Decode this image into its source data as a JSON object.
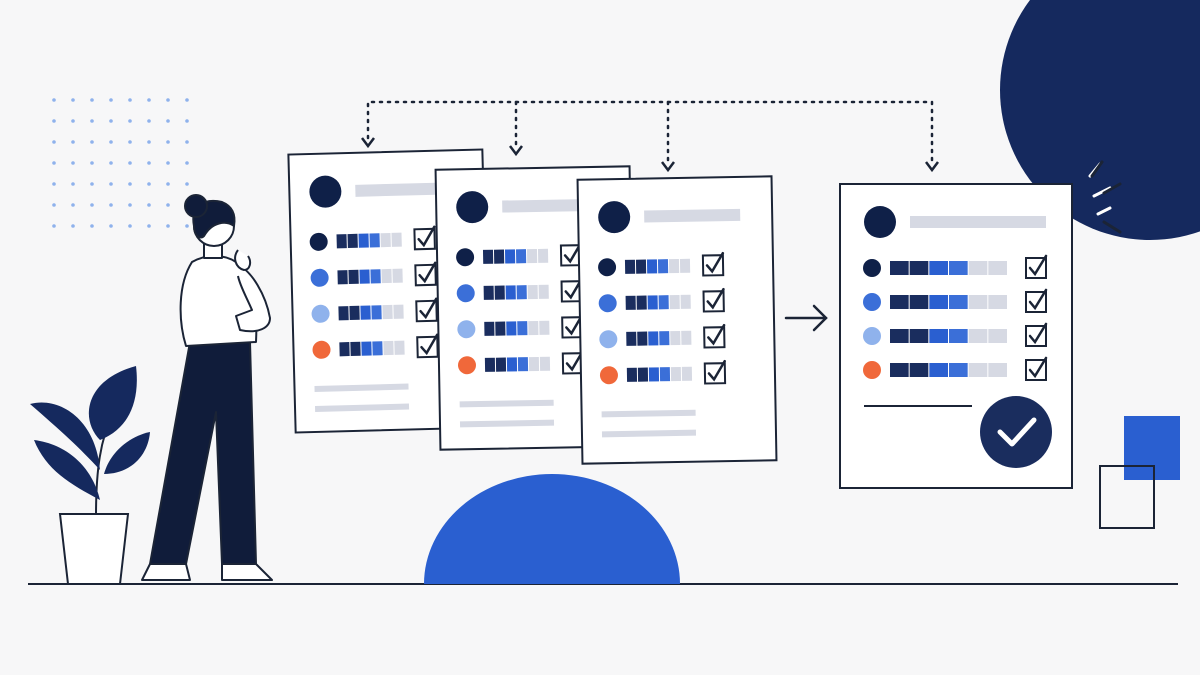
{
  "palette": {
    "background": "#f7f7f8",
    "navy": "#0f2048",
    "dark_navy": "#1a2d5e",
    "blue": "#2a5fd0",
    "mid_blue": "#3b6fd8",
    "light_blue": "#8fb2ec",
    "orange": "#f0683a",
    "gray_bar": "#d6d9e3",
    "line": "#1b2436",
    "dots": "#8fb2ec"
  },
  "scene": {
    "cards": [
      {
        "name": "card-1",
        "progress": [
          0.6,
          0.6,
          0.6,
          0.6
        ],
        "dot_colors": [
          "navy",
          "mid_blue",
          "light_blue",
          "orange"
        ],
        "checked": [
          true,
          true,
          true,
          true
        ]
      },
      {
        "name": "card-2",
        "progress": [
          0.6,
          0.6,
          0.6,
          0.6
        ],
        "dot_colors": [
          "navy",
          "mid_blue",
          "light_blue",
          "orange"
        ],
        "checked": [
          true,
          true,
          true,
          true
        ]
      },
      {
        "name": "card-3",
        "progress": [
          0.6,
          0.6,
          0.6,
          0.6
        ],
        "dot_colors": [
          "navy",
          "mid_blue",
          "light_blue",
          "orange"
        ],
        "checked": [
          true,
          true,
          true,
          true
        ]
      },
      {
        "name": "final-card",
        "progress": [
          0.6,
          0.6,
          0.6,
          0.6
        ],
        "dot_colors": [
          "navy",
          "mid_blue",
          "light_blue",
          "orange"
        ],
        "checked": [
          true,
          true,
          true,
          true
        ],
        "approved": true
      }
    ],
    "icons": [
      "checkbox-icon",
      "check-circle-icon",
      "arrow-right-icon",
      "plant-icon",
      "person-icon"
    ]
  }
}
